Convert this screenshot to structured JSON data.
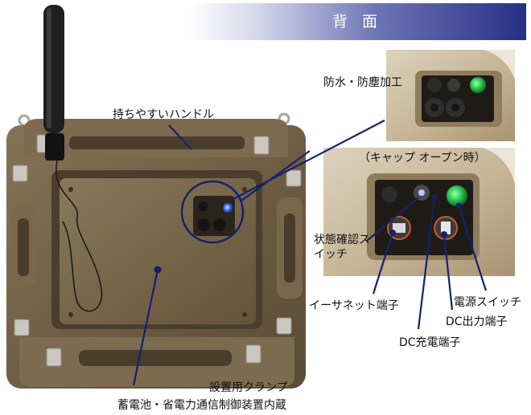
{
  "header": {
    "title": "背 面"
  },
  "labels": {
    "waterproof": "防水・防塵加工",
    "handle": "持ちやすいハンドル",
    "cap_open": "（キャップ オープン時）",
    "status_switch": "状態確認スイッチ",
    "ethernet": "イーサネット端子",
    "power_switch": "電源スイッチ",
    "dc_out": "DC出力端子",
    "dc_charge": "DC充電端子",
    "clamp": "設置用クランプ",
    "battery": "蓄電池・省電力通信制御装置内蔵"
  },
  "colors": {
    "case": "#6f5e44",
    "case_dark": "#4a3d2b",
    "leader": "#14206e",
    "led_blue": "#3d6dff",
    "led_green": "#2fcf55",
    "header_dark": "#262f85"
  }
}
